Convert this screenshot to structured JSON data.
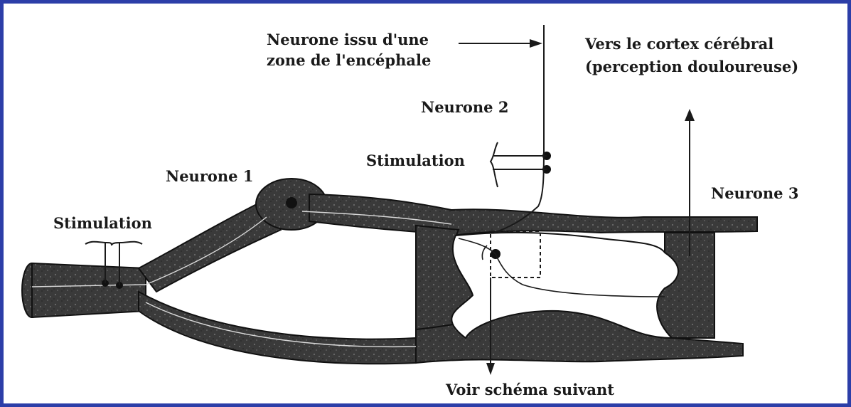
{
  "labels": {
    "neurone_1": "Neurone 1",
    "neurone_2": "Neurone 2",
    "neurone_3": "Neurone 3",
    "stimulation_left": "Stimulation",
    "stimulation_top": "Stimulation",
    "encephale_line1": "Neurone issu d'une",
    "encephale_line2": "zone de l'encéphale",
    "cortex_line1": "Vers le cortex cérébral",
    "cortex_line2": "(perception douloureuse)",
    "voir_schema": "Voir schéma suivant"
  },
  "colors": {
    "frame_border": "#2c3ea8",
    "tissue_fill": "#3b3b3b",
    "ink": "#1a1a1a"
  }
}
